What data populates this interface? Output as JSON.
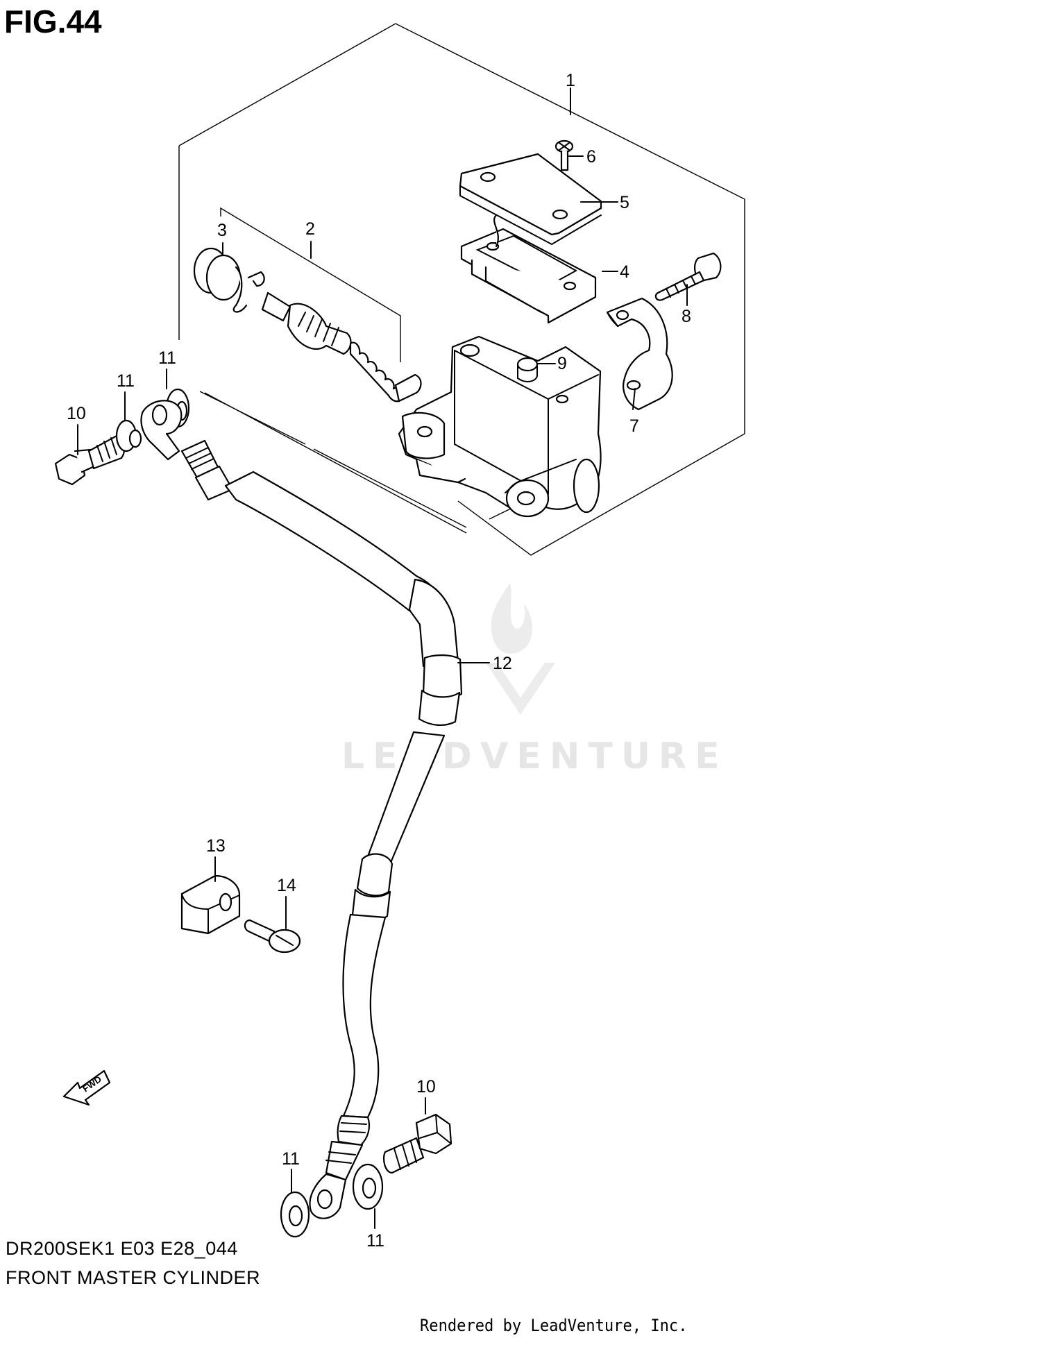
{
  "figure": {
    "label": "FIG.44",
    "model_code": "DR200SEK1 E03 E28_044",
    "title": "FRONT MASTER CYLINDER",
    "rendered_by": "Rendered by LeadVenture, Inc.",
    "watermark": "LEADVENTURE"
  },
  "callouts": [
    {
      "id": "c1",
      "number": "1",
      "part": "master-cylinder-assembly"
    },
    {
      "id": "c2",
      "number": "2",
      "part": "piston-set"
    },
    {
      "id": "c3",
      "number": "3",
      "part": "boot"
    },
    {
      "id": "c4",
      "number": "4",
      "part": "reservoir-diaphragm"
    },
    {
      "id": "c5",
      "number": "5",
      "part": "reservoir-cap"
    },
    {
      "id": "c6",
      "number": "6",
      "part": "cap-screw"
    },
    {
      "id": "c7",
      "number": "7",
      "part": "holder"
    },
    {
      "id": "c8",
      "number": "8",
      "part": "holder-bolt"
    },
    {
      "id": "c9",
      "number": "9",
      "part": "plate"
    },
    {
      "id": "c10a",
      "number": "10",
      "part": "union-bolt-upper"
    },
    {
      "id": "c11a",
      "number": "11",
      "part": "gasket-upper-left"
    },
    {
      "id": "c11b",
      "number": "11",
      "part": "gasket-upper-right"
    },
    {
      "id": "c12",
      "number": "12",
      "part": "brake-hose"
    },
    {
      "id": "c13",
      "number": "13",
      "part": "hose-clamp"
    },
    {
      "id": "c14",
      "number": "14",
      "part": "clamp-screw"
    },
    {
      "id": "c10b",
      "number": "10",
      "part": "union-bolt-lower"
    },
    {
      "id": "c11c",
      "number": "11",
      "part": "gasket-lower-left"
    },
    {
      "id": "c11d",
      "number": "11",
      "part": "gasket-lower-right"
    }
  ],
  "direction_marker": {
    "text": "FWD"
  },
  "colors": {
    "ink": "#000000",
    "watermark": "#e6e6e6",
    "background": "#ffffff"
  }
}
